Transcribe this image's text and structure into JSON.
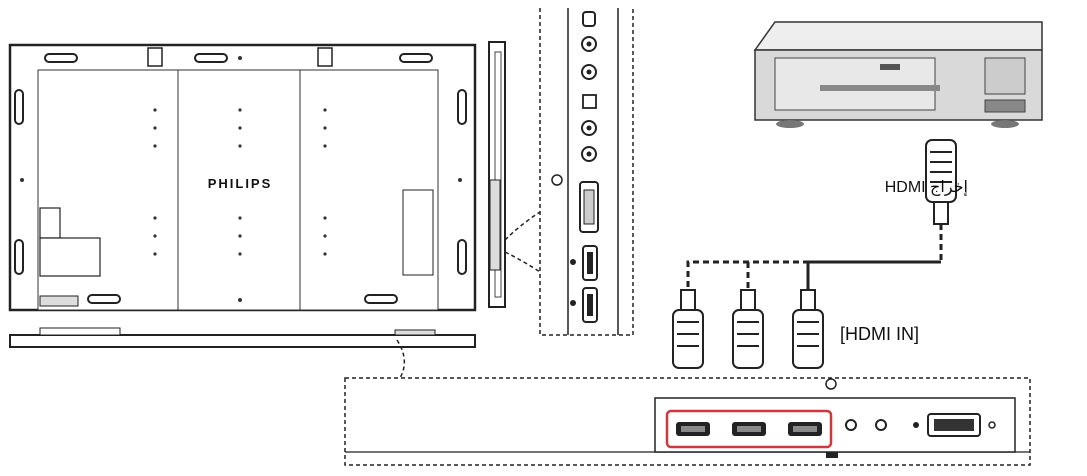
{
  "brand_text": "PHILIPS",
  "labels": {
    "hdmi_out": "إخراج HDMI",
    "hdmi_in": "[HDMI IN]"
  },
  "colors": {
    "line": "#222222",
    "highlight": "#d0393b",
    "device_body": "#d9d9d9"
  },
  "icons": [
    "display-rear-icon",
    "display-side-icon",
    "dvd-player-icon",
    "hdmi-plug-icon",
    "hdmi-port-icon",
    "dvi-port-icon"
  ]
}
